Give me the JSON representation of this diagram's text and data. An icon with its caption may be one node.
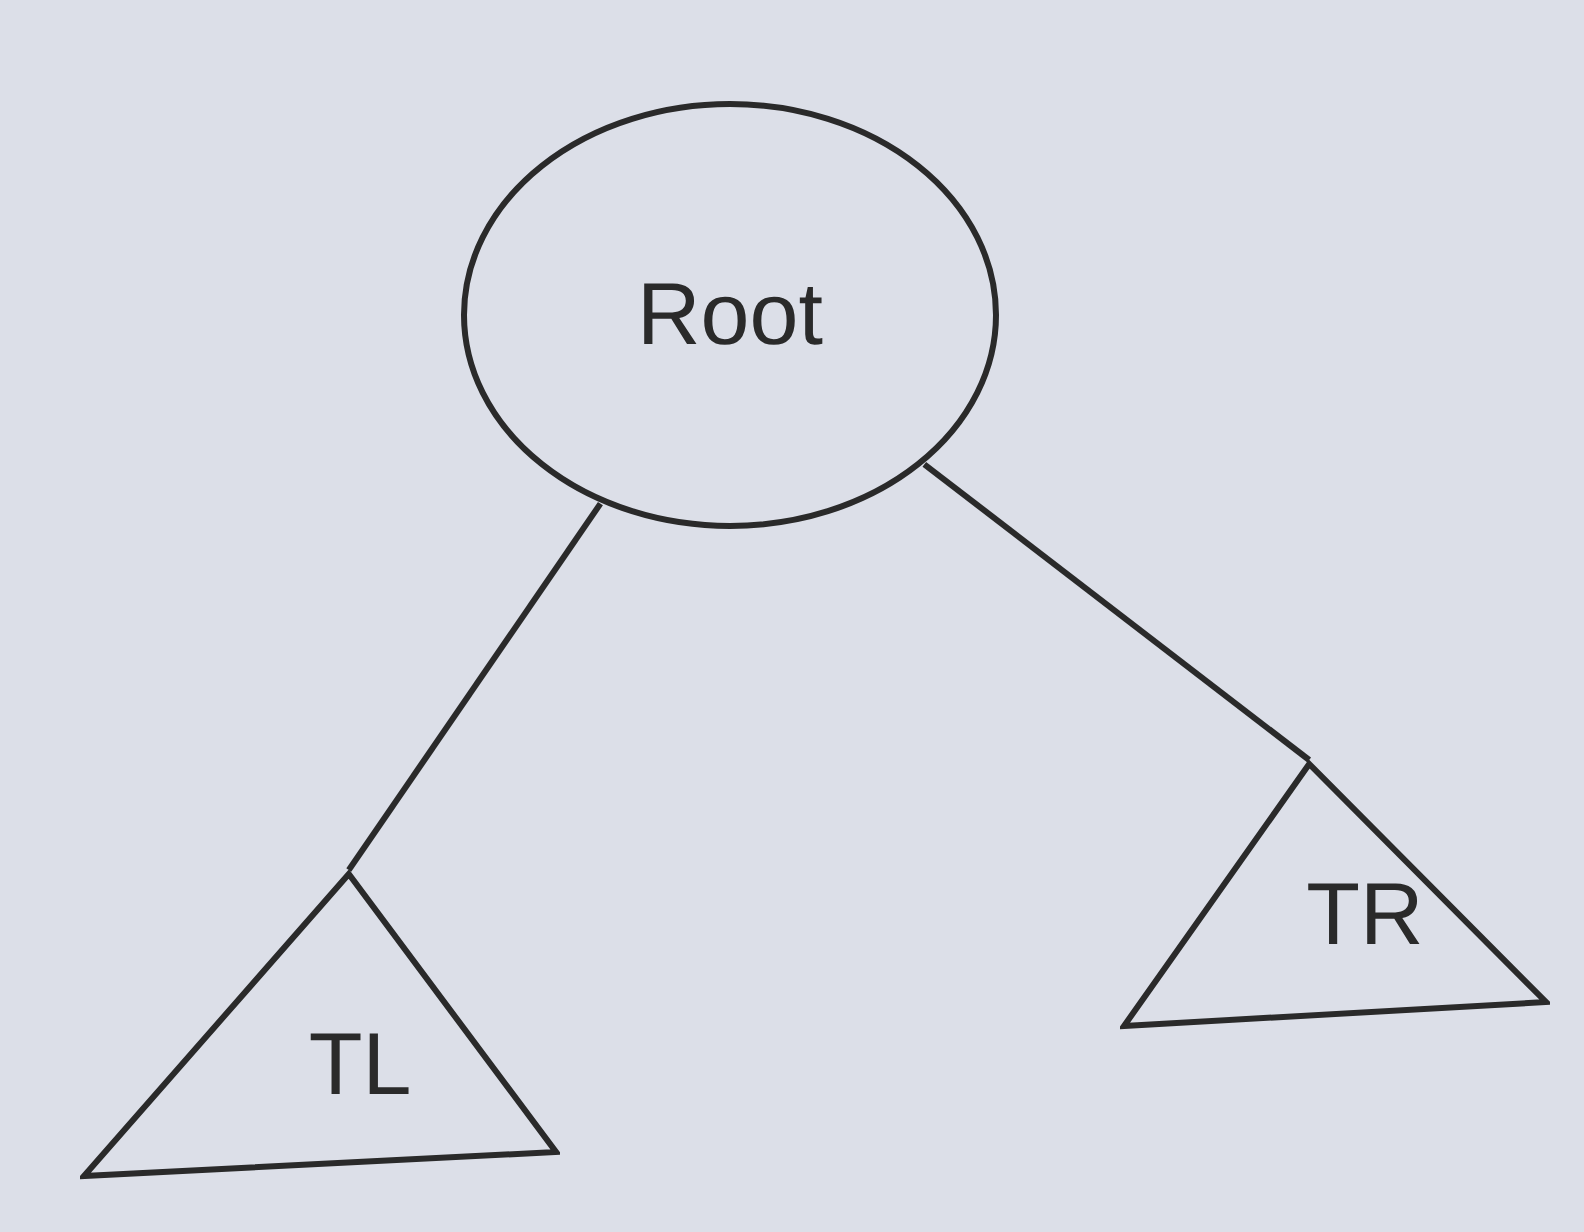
{
  "diagram": {
    "nodes": [
      {
        "text": [
          "Root"
        ]
      },
      {
        "text": [
          "TL"
        ]
      },
      {
        "text": [
          "TR"
        ]
      }
    ],
    "edges": [
      {
        "from": 0,
        "to": 1,
        "arrow": "none"
      },
      {
        "from": 0,
        "to": 2,
        "arrow": "none"
      }
    ]
  }
}
